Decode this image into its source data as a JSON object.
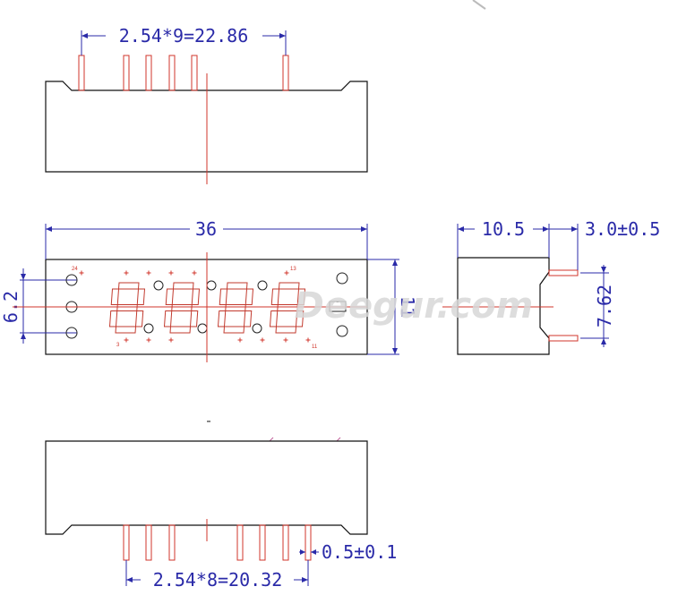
{
  "dimensions": {
    "top_pin_pitch": "2.54*9=22.86",
    "width": "36",
    "height": "11",
    "segment_height": "6.2",
    "depth": "10.5",
    "pin_length": "3.0±0.5",
    "row_spacing": "7.62",
    "pin_width": "0.5±0.1",
    "bottom_pin_pitch": "2.54*8=20.32"
  },
  "pin_numbers": {
    "top_left": "24",
    "top_right": "13",
    "bottom_left": "3",
    "bottom_right": "11"
  },
  "watermark": "Deegur.com",
  "display": {
    "digits": 4,
    "digit_text": "8.8.8.8"
  },
  "colors": {
    "dimension": "#2a2aa8",
    "marks": "#d0352b",
    "outline": "#111111"
  }
}
